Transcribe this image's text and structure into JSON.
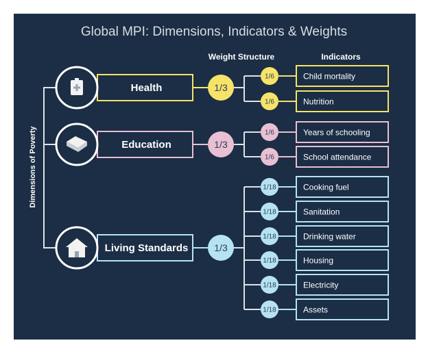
{
  "title": "Global MPI: Dimensions, Indicators & Weights",
  "headers": {
    "weights": "Weight Structure",
    "indicators": "Indicators"
  },
  "side_label": "Dimensions of Poverty",
  "colors": {
    "health": "#f6e36a",
    "education": "#e9bfd4",
    "living": "#b6e3f2",
    "line": "#dfe3e8",
    "background": "#1b2e45"
  },
  "dimensions": [
    {
      "name": "Health",
      "weight": "1/3",
      "icon": "medical-kit-icon",
      "indicators": [
        {
          "name": "Child mortality",
          "weight": "1/6"
        },
        {
          "name": "Nutrition",
          "weight": "1/6"
        }
      ]
    },
    {
      "name": "Education",
      "weight": "1/3",
      "icon": "book-icon",
      "indicators": [
        {
          "name": "Years of schooling",
          "weight": "1/6"
        },
        {
          "name": "School attendance",
          "weight": "1/6"
        }
      ]
    },
    {
      "name": "Living Standards",
      "weight": "1/3",
      "icon": "house-icon",
      "indicators": [
        {
          "name": "Cooking fuel",
          "weight": "1/18"
        },
        {
          "name": "Sanitation",
          "weight": "1/18"
        },
        {
          "name": "Drinking water",
          "weight": "1/18"
        },
        {
          "name": "Housing",
          "weight": "1/18"
        },
        {
          "name": "Electricity",
          "weight": "1/18"
        },
        {
          "name": "Assets",
          "weight": "1/18"
        }
      ]
    }
  ]
}
